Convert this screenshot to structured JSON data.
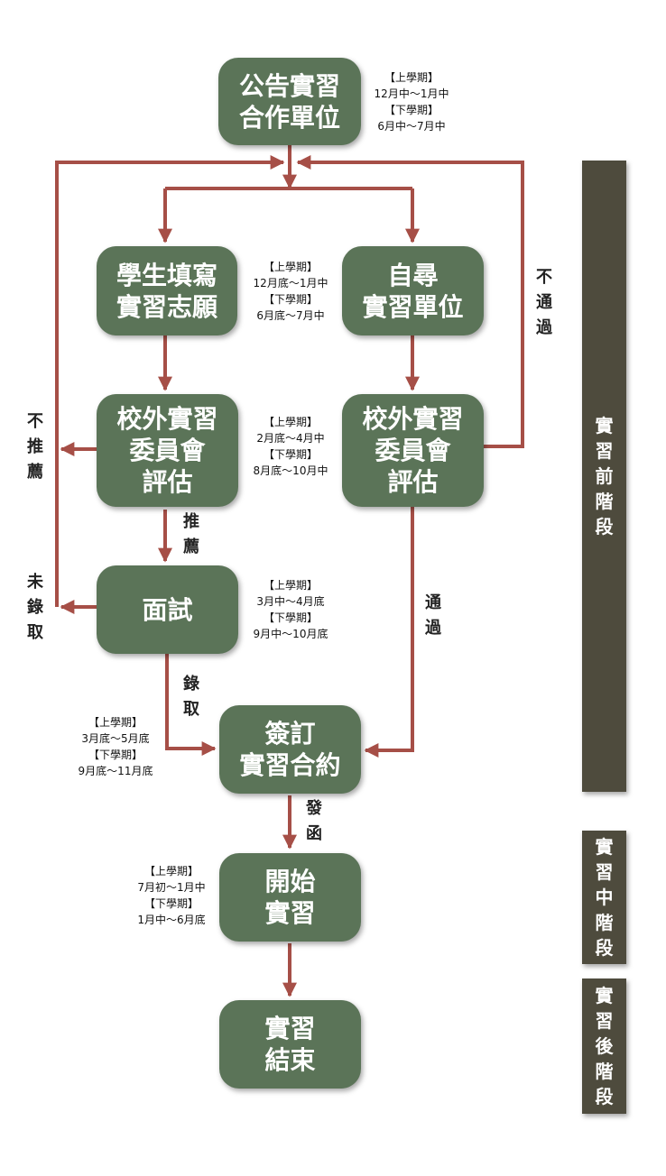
{
  "nodes": {
    "announce": "公告實習\n合作單位",
    "student_fill": "學生填寫\n實習志願",
    "self_find": "自尋\n實習單位",
    "committee_left": "校外實習\n委員會\n評估",
    "committee_right": "校外實習\n委員會\n評估",
    "interview": "面試",
    "contract": "簽訂\n實習合約",
    "start": "開始\n實習",
    "end": "實習\n結束"
  },
  "schedules": {
    "announce": "【上學期】\n12月中～1月中\n【下學期】\n6月中～7月中",
    "fill": "【上學期】\n12月底～1月中\n【下學期】\n6月底～7月中",
    "committee": "【上學期】\n2月底～4月中\n【下學期】\n8月底～10月中",
    "interview": "【上學期】\n3月中～4月底\n【下學期】\n9月中～10月底",
    "contract": "【上學期】\n3月底～5月底\n【下學期】\n9月底～11月底",
    "start": "【上學期】\n7月初～1月中\n【下學期】\n1月中～6月底"
  },
  "edge_labels": {
    "not_pass": "不\n通\n過",
    "not_recommend": "不\n推\n薦",
    "recommend": "推\n薦",
    "not_admitted": "未\n錄\n取",
    "pass": "通\n過",
    "admitted": "錄\n取",
    "send_letter": "發\n函"
  },
  "phases": {
    "before": "實\n習\n前\n階\n段",
    "during": "實\n習\n中\n階\n段",
    "after": "實\n習\n後\n階\n段"
  },
  "colors": {
    "node_fill": "#5b7458",
    "arrow": "#a64f47",
    "phase_fill": "#4e4b3d"
  }
}
